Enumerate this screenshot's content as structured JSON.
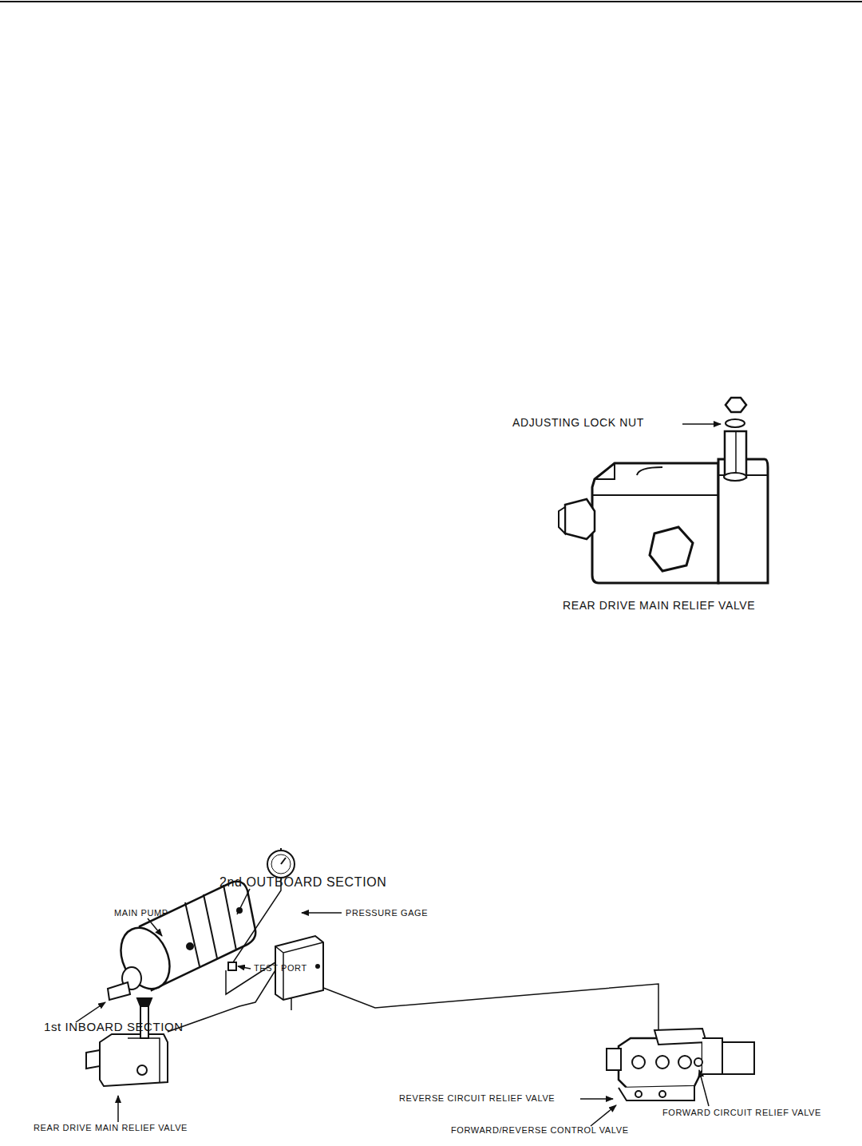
{
  "diagram": {
    "labels": [
      "ADJUSTING LOCK NUT",
      "REAR DRIVE MAIN RELIEF VALVE",
      "2nd OUTBOARD SECTION",
      "MAIN PUMP",
      "PRESSURE GAGE",
      "TEST PORT",
      "1st INBOARD SECTION",
      "REVERSE CIRCUIT RELIEF VALVE",
      "FORWARD CIRCUIT RELIEF VALVE",
      "REAR DRIVE MAIN RELIEF VALVE",
      "FORWARD/REVERSE CONTROL VALVE"
    ]
  }
}
